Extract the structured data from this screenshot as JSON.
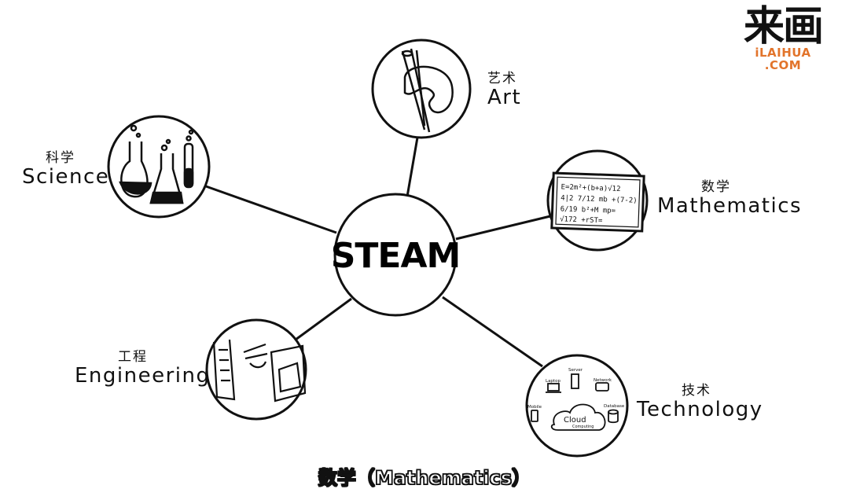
{
  "hub": {
    "label": "STEAM"
  },
  "nodes": [
    {
      "id": "art",
      "zh": "艺术",
      "en": "Art"
    },
    {
      "id": "science",
      "zh": "科学",
      "en": "Science"
    },
    {
      "id": "mathematics",
      "zh": "数学",
      "en": "Mathematics"
    },
    {
      "id": "engineering",
      "zh": "工程",
      "en": "Engineering"
    },
    {
      "id": "technology",
      "zh": "技术",
      "en": "Technology"
    }
  ],
  "math_board_lines": [
    "E=2m²+(b+a)√12",
    "4|2 7/12 mb +(7-2)",
    "6/19 b²+M mp=",
    "√172 +rST="
  ],
  "tech_labels": {
    "laptop": "Laptop",
    "server": "Server",
    "network": "Network",
    "mobile": "Mobile",
    "database": "Database",
    "cloud": "Cloud",
    "computing": "Computing"
  },
  "logo": {
    "chinese": "来画",
    "brand": "iLAIHUA",
    "domain": ".COM"
  },
  "subtitle": "数学（Mathematics）"
}
